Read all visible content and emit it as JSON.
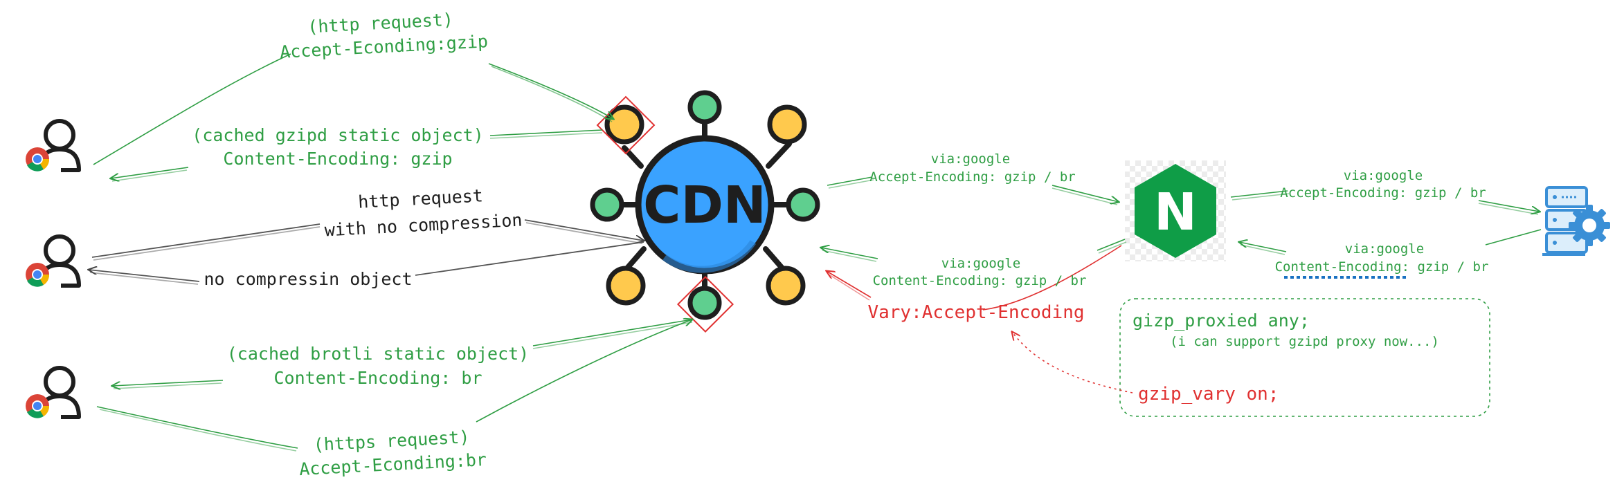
{
  "colors": {
    "green": "#2f9e44",
    "red": "#e03131",
    "dark": "#1e1e1e",
    "cdn_blue": "#3aa2ff",
    "node_green": "#5fcf8f",
    "node_yellow": "#ffc94d",
    "nginx_green": "#0f9d47",
    "server_blue": "#3a8fd6"
  },
  "icons": {
    "client": "user-with-chrome-icon",
    "cdn": "cdn-network-icon",
    "nginx": "nginx-logo",
    "origin": "server-gear-icon"
  },
  "cdn": {
    "label": "CDN"
  },
  "nginx": {
    "letter": "N"
  },
  "client1": {
    "request_line1": "(http request)",
    "request_line2": "Accept-Econding:gzip",
    "response_line1": "(cached gzipd static object)",
    "response_line2": "Content-Encoding: gzip"
  },
  "client2": {
    "request_line1": "http request",
    "request_line2": "with no compression",
    "response_line1": "no compressin object"
  },
  "client3": {
    "response_line1": "(cached brotli static object)",
    "response_line2": "Content-Encoding: br",
    "request_line1": "(https request)",
    "request_line2": "Accept-Econding:br"
  },
  "cdn_to_nginx": {
    "line1": "via:google",
    "line2": "Accept-Encoding: gzip / br"
  },
  "nginx_to_cdn": {
    "line1": "via:google",
    "line2": "Content-Encoding: gzip / br",
    "vary": "Vary:Accept-Encoding"
  },
  "nginx_to_origin": {
    "line1": "via:google",
    "line2": "Accept-Encoding: gzip / br"
  },
  "origin_to_nginx": {
    "line1": "via:google",
    "line2": "Content-Encoding: gzip / br"
  },
  "config_note": {
    "line1": "gizp_proxied any;",
    "line2": "(i can support gzipd proxy now...)",
    "line3": "gzip_vary on;"
  }
}
